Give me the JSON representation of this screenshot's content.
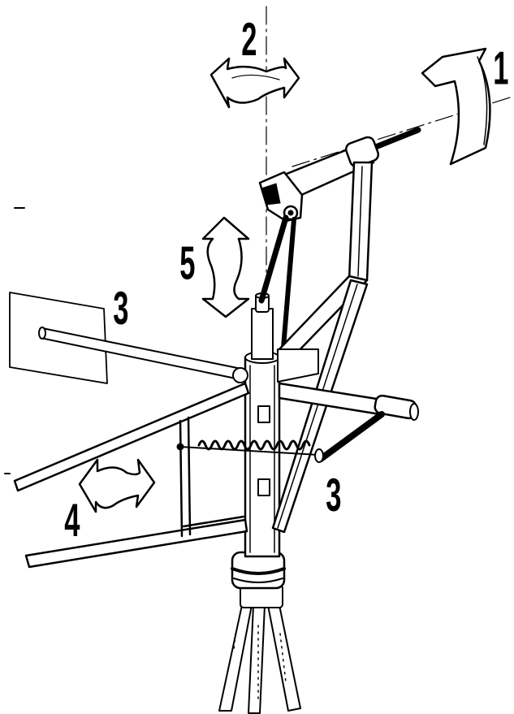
{
  "diagram": {
    "labels": {
      "one": "1",
      "two": "2",
      "three_top": "3",
      "three_bottom": "3",
      "four": "4",
      "five": "5"
    },
    "colors": {
      "ink": "#000000",
      "paper": "#ffffff"
    },
    "icons": {
      "rotation_roll": "curved-rotation-arrow-icon",
      "rotation_yaw": "horizontal-double-arrow-icon",
      "translation_vertical": "vertical-double-arrow-icon",
      "rotation_frame": "horizontal-double-arrow-icon"
    }
  }
}
